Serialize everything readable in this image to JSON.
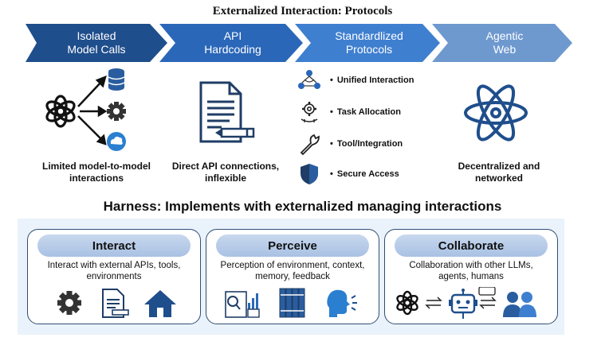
{
  "title": "Externalized Interaction: Protocols",
  "stages": [
    {
      "label": "Isolated\nModel Calls",
      "color": "#1f4e8c"
    },
    {
      "label": "API\nHardcoding",
      "color": "#2a67b8"
    },
    {
      "label": "Standardlized\nProtocols",
      "color": "#3f7fd0"
    },
    {
      "label": "Agentic\nWeb",
      "color": "#6e99cf"
    }
  ],
  "captions": {
    "isolated": "Limited model-to-model\ninteractions",
    "api": "Direct API connections,\ninflexible",
    "web": "Decentralized and\nnetworked"
  },
  "protocol_items": [
    {
      "label": "Unified Interaction",
      "icon": "people-network-icon"
    },
    {
      "label": "Task Allocation",
      "icon": "gear-hand-icon"
    },
    {
      "label": "Tool/Integration",
      "icon": "wrench-icon"
    },
    {
      "label": "Secure Access",
      "icon": "shield-icon"
    }
  ],
  "bullet": "•",
  "harness_title": "Harness: Implements with externalized managing interactions",
  "cards": [
    {
      "title": "Interact",
      "desc": "Interact with external APIs, tools,\nenvironments"
    },
    {
      "title": "Perceive",
      "desc": "Perception of environment, context,\nmemory, feedback"
    },
    {
      "title": "Collaborate",
      "desc": "Collaboration with other LLMs,\nagents, humans"
    }
  ],
  "colors": {
    "dark_blue": "#1f3d66",
    "icon_blue": "#2a5d9f",
    "accent": "#3f7fd0"
  }
}
